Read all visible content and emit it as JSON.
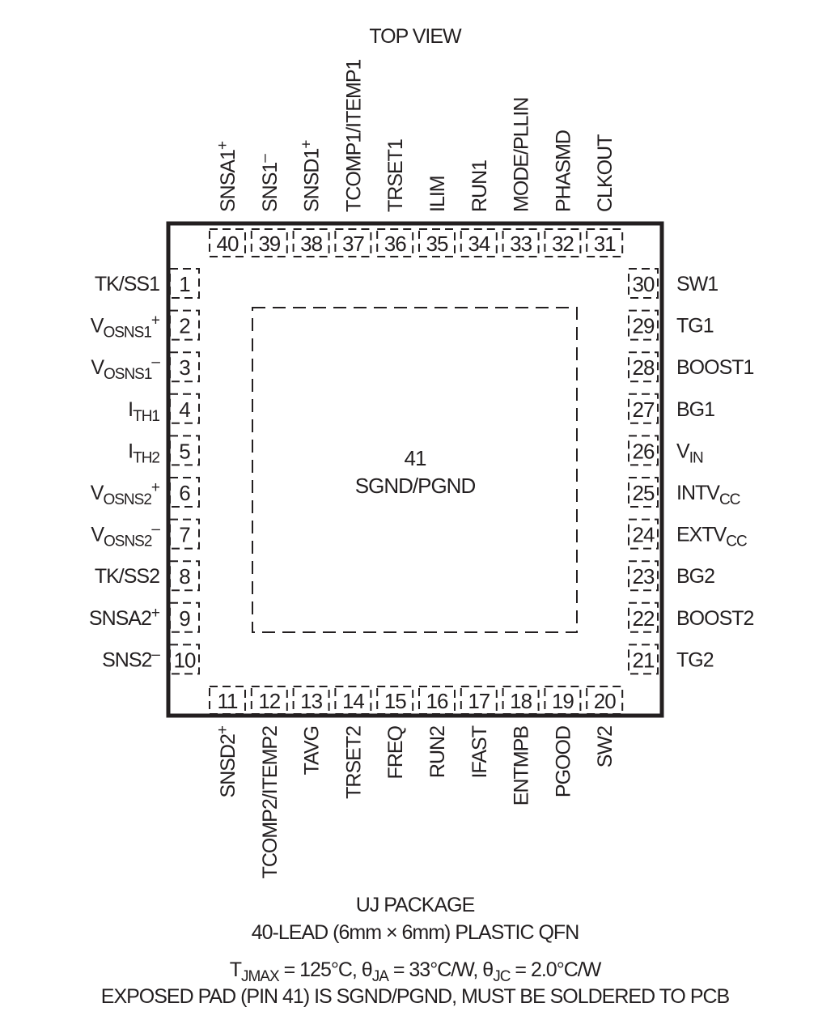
{
  "title": "TOP VIEW",
  "pad": {
    "number": "41",
    "name": "SGND/PGND"
  },
  "pins": {
    "top": [
      {
        "n": "40",
        "label": [
          {
            "t": "SNSA1"
          },
          {
            "t": "+",
            "s": "sup"
          }
        ]
      },
      {
        "n": "39",
        "label": [
          {
            "t": "SNS1"
          },
          {
            "t": "–",
            "s": "sup"
          }
        ]
      },
      {
        "n": "38",
        "label": [
          {
            "t": "SNSD1"
          },
          {
            "t": "+",
            "s": "sup"
          }
        ]
      },
      {
        "n": "37",
        "label": [
          {
            "t": "TCOMP1/ITEMP1"
          }
        ]
      },
      {
        "n": "36",
        "label": [
          {
            "t": "TRSET1"
          }
        ]
      },
      {
        "n": "35",
        "label": [
          {
            "t": "ILIM"
          }
        ]
      },
      {
        "n": "34",
        "label": [
          {
            "t": "RUN1"
          }
        ]
      },
      {
        "n": "33",
        "label": [
          {
            "t": "MODE/PLLIN"
          }
        ]
      },
      {
        "n": "32",
        "label": [
          {
            "t": "PHASMD"
          }
        ]
      },
      {
        "n": "31",
        "label": [
          {
            "t": "CLKOUT"
          }
        ]
      }
    ],
    "bottom": [
      {
        "n": "11",
        "label": [
          {
            "t": "SNSD2"
          },
          {
            "t": "+",
            "s": "sup"
          }
        ]
      },
      {
        "n": "12",
        "label": [
          {
            "t": "TCOMP2/ITEMP2"
          }
        ]
      },
      {
        "n": "13",
        "label": [
          {
            "t": "TAVG"
          }
        ]
      },
      {
        "n": "14",
        "label": [
          {
            "t": "TRSET2"
          }
        ]
      },
      {
        "n": "15",
        "label": [
          {
            "t": "FREQ"
          }
        ]
      },
      {
        "n": "16",
        "label": [
          {
            "t": "RUN2"
          }
        ]
      },
      {
        "n": "17",
        "label": [
          {
            "t": "IFAST"
          }
        ]
      },
      {
        "n": "18",
        "label": [
          {
            "t": "ENTMPB"
          }
        ]
      },
      {
        "n": "19",
        "label": [
          {
            "t": "PGOOD"
          }
        ]
      },
      {
        "n": "20",
        "label": [
          {
            "t": "SW2"
          }
        ]
      }
    ],
    "left": [
      {
        "n": "1",
        "label": [
          {
            "t": "TK/SS1"
          }
        ]
      },
      {
        "n": "2",
        "label": [
          {
            "t": "V"
          },
          {
            "t": "OSNS1",
            "s": "sub"
          },
          {
            "t": "+",
            "s": "sup"
          }
        ]
      },
      {
        "n": "3",
        "label": [
          {
            "t": "V"
          },
          {
            "t": "OSNS1",
            "s": "sub"
          },
          {
            "t": "–",
            "s": "sup"
          }
        ]
      },
      {
        "n": "4",
        "label": [
          {
            "t": "I"
          },
          {
            "t": "TH1",
            "s": "sub"
          }
        ]
      },
      {
        "n": "5",
        "label": [
          {
            "t": "I"
          },
          {
            "t": "TH2",
            "s": "sub"
          }
        ]
      },
      {
        "n": "6",
        "label": [
          {
            "t": "V"
          },
          {
            "t": "OSNS2",
            "s": "sub"
          },
          {
            "t": "+",
            "s": "sup"
          }
        ]
      },
      {
        "n": "7",
        "label": [
          {
            "t": "V"
          },
          {
            "t": "OSNS2",
            "s": "sub"
          },
          {
            "t": "–",
            "s": "sup"
          }
        ]
      },
      {
        "n": "8",
        "label": [
          {
            "t": "TK/SS2"
          }
        ]
      },
      {
        "n": "9",
        "label": [
          {
            "t": "SNSA2"
          },
          {
            "t": "+",
            "s": "sup"
          }
        ]
      },
      {
        "n": "10",
        "label": [
          {
            "t": "SNS2"
          },
          {
            "t": "–",
            "s": "sup"
          }
        ]
      }
    ],
    "right": [
      {
        "n": "30",
        "label": [
          {
            "t": "SW1"
          }
        ]
      },
      {
        "n": "29",
        "label": [
          {
            "t": "TG1"
          }
        ]
      },
      {
        "n": "28",
        "label": [
          {
            "t": "BOOST1"
          }
        ]
      },
      {
        "n": "27",
        "label": [
          {
            "t": "BG1"
          }
        ]
      },
      {
        "n": "26",
        "label": [
          {
            "t": "V"
          },
          {
            "t": "IN",
            "s": "sub"
          }
        ]
      },
      {
        "n": "25",
        "label": [
          {
            "t": "INTV"
          },
          {
            "t": "CC",
            "s": "sub"
          }
        ]
      },
      {
        "n": "24",
        "label": [
          {
            "t": "EXTV"
          },
          {
            "t": "CC",
            "s": "sub"
          }
        ]
      },
      {
        "n": "23",
        "label": [
          {
            "t": "BG2"
          }
        ]
      },
      {
        "n": "22",
        "label": [
          {
            "t": "BOOST2"
          }
        ]
      },
      {
        "n": "21",
        "label": [
          {
            "t": "TG2"
          }
        ]
      }
    ]
  },
  "caption": {
    "package": "UJ PACKAGE",
    "description": "40-LEAD (6mm × 6mm) PLASTIC QFN",
    "thermal": [
      {
        "t": "T"
      },
      {
        "t": "JMAX",
        "s": "sub"
      },
      {
        "t": " = 125°C, θ"
      },
      {
        "t": "JA",
        "s": "sub"
      },
      {
        "t": " = 33°C/W, θ"
      },
      {
        "t": "JC",
        "s": "sub"
      },
      {
        "t": " = 2.0°C/W"
      }
    ],
    "note": "EXPOSED PAD (PIN 41) IS SGND/PGND, MUST BE SOLDERED TO PCB"
  }
}
